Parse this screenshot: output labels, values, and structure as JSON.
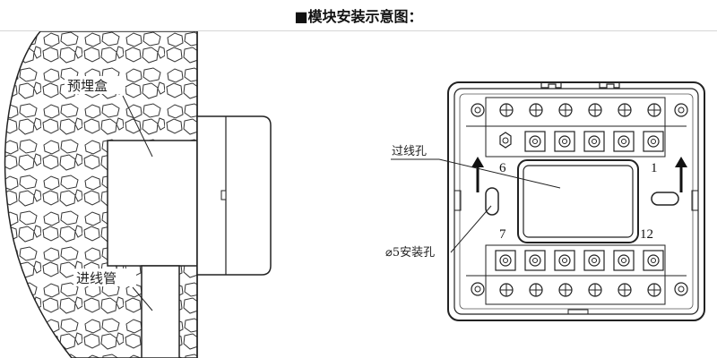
{
  "header": {
    "title": "■模块安装示意图："
  },
  "left_diagram": {
    "label_box": "预埋盒",
    "label_conduit": "进线管"
  },
  "right_diagram": {
    "label_wire_hole": "过线孔",
    "label_mount_hole": "⌀5安装孔",
    "terminal_labels": {
      "top_left": "6",
      "top_right": "1",
      "bottom_left": "7",
      "bottom_right": "12"
    }
  }
}
